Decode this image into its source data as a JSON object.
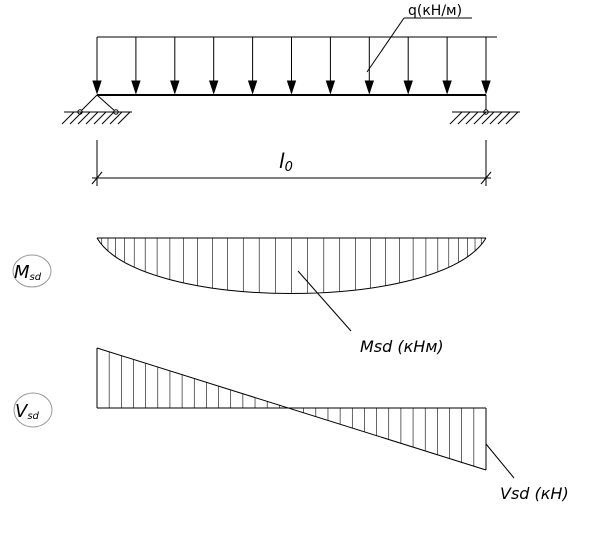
{
  "load_label": "q(кН/м)",
  "span_label": "l",
  "span_subscript": "0",
  "moment": {
    "badge_main": "M",
    "badge_sub": "sd",
    "diagram_label": "Msd (кНм)"
  },
  "shear": {
    "badge_main": "V",
    "badge_sub": "sd",
    "diagram_label": "Vsd (кН)"
  },
  "line_color": "#000000"
}
